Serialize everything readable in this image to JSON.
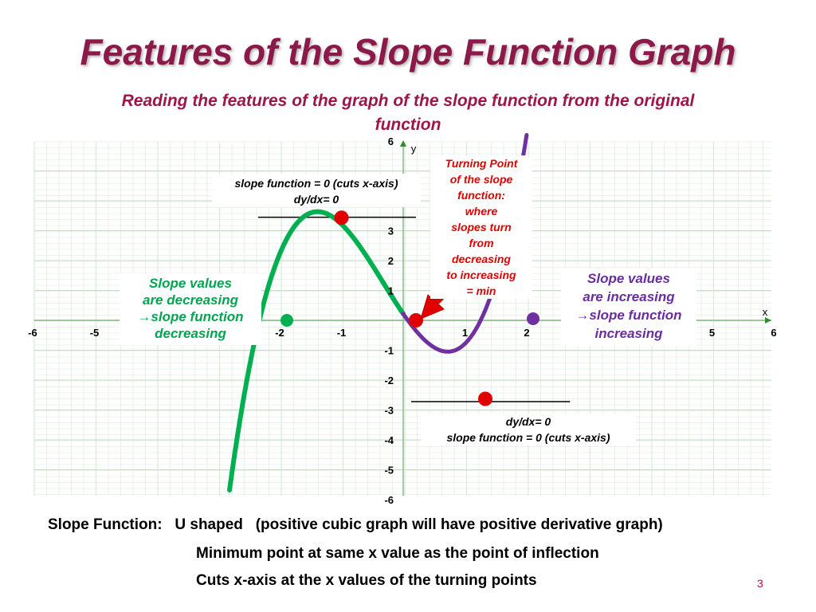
{
  "title": "Features of the Slope Function Graph",
  "subtitle": "Reading the features of the graph of the slope function from the original function",
  "graph": {
    "x_axis_label": "x",
    "y_axis_label": "y",
    "x_ticks": [
      {
        "v": -6,
        "t": "-6"
      },
      {
        "v": -5,
        "t": "-5"
      },
      {
        "v": -2,
        "t": "-2"
      },
      {
        "v": -1,
        "t": "-1"
      },
      {
        "v": 1,
        "t": "1"
      },
      {
        "v": 2,
        "t": "2"
      },
      {
        "v": 5,
        "t": "5"
      },
      {
        "v": 6,
        "t": "6"
      }
    ],
    "y_ticks": [
      {
        "v": 6,
        "t": "6"
      },
      {
        "v": 3,
        "t": "3"
      },
      {
        "v": 2,
        "t": "2"
      },
      {
        "v": 1,
        "t": "1"
      },
      {
        "v": -1,
        "t": "-1"
      },
      {
        "v": -2,
        "t": "-2"
      },
      {
        "v": -3,
        "t": "-3"
      },
      {
        "v": -4,
        "t": "-4"
      },
      {
        "v": -5,
        "t": "-5"
      },
      {
        "v": -6,
        "t": "-6"
      }
    ],
    "curve": {
      "a": 1,
      "b": 1,
      "c": -3,
      "d": 0.22
    },
    "split_x": 0,
    "colors": {
      "decreasing": "#00b050",
      "increasing": "#7030a0",
      "marker": "#e00000",
      "grid": "#d9ead9",
      "arrow": "#e00000"
    },
    "points": {
      "maximum": {
        "x": -1,
        "y": 3.22
      },
      "minimum": {
        "x": 1.2,
        "y": -2.6
      },
      "inflection": {
        "x": 0,
        "y": 0.22
      },
      "green_dot": {
        "x": -1.8,
        "y": 0.22
      },
      "purple_dot": {
        "x": 2.1,
        "y": 0.22
      }
    },
    "tangent_lines": [
      {
        "x1": -2.35,
        "x2": 0,
        "y": 3.45
      },
      {
        "x1": 0,
        "x2": 2.7,
        "y": -2.72
      }
    ]
  },
  "notes": {
    "top_line1": "slope function = 0 (cuts x-axis)",
    "top_line2": "dy/dx= 0",
    "bottom_line1": "dy/dx= 0",
    "bottom_line2": "slope function = 0 (cuts x-axis)",
    "turning_point": [
      "Turning Point",
      "of the slope",
      "function:",
      "where",
      "slopes turn",
      "from",
      "decreasing",
      "to increasing",
      "= min"
    ],
    "decreasing": [
      "Slope values",
      "are decreasing",
      "→slope function",
      "decreasing"
    ],
    "increasing": [
      "Slope values",
      "are increasing",
      "→slope function",
      "increasing"
    ]
  },
  "bottom": {
    "line1": "Slope Function:   U shaped   (positive cubic graph will have positive derivative graph)",
    "line2": "Minimum point at same x value as the point of inflection",
    "line3": "Cuts x-axis at the x values of the turning points"
  },
  "page_number": "3"
}
